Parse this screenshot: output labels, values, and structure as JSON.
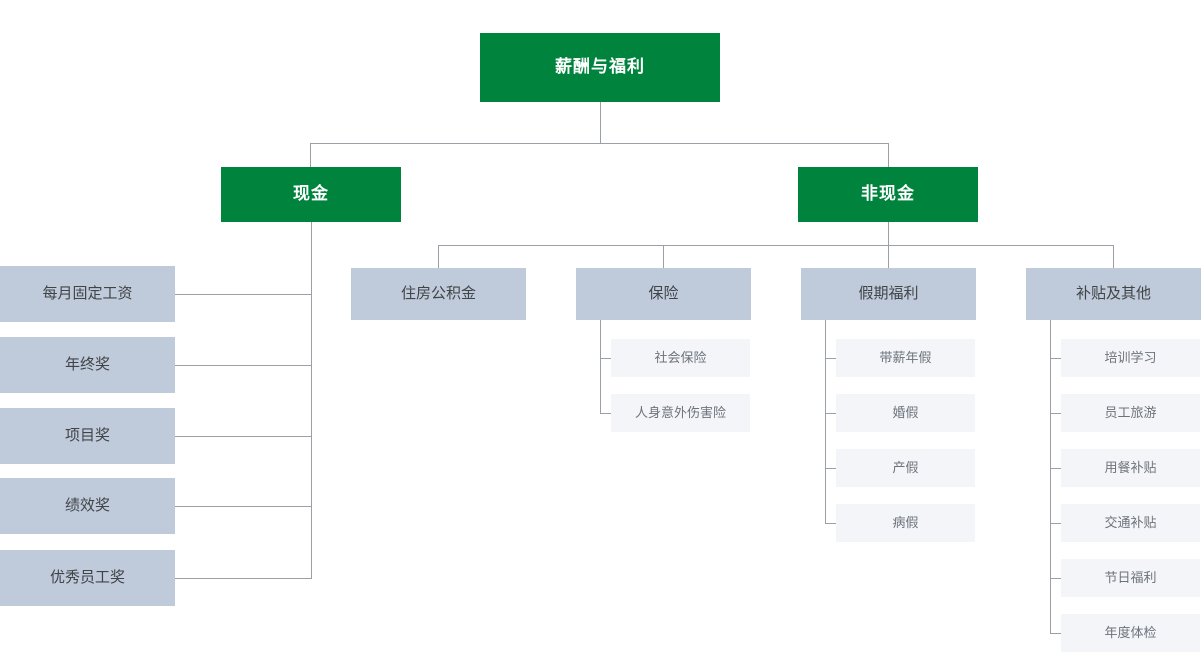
{
  "diagram": {
    "title": "薪酬与福利",
    "type": "organizational-tree",
    "colors": {
      "primary_green": "#00843D",
      "level2_fill": "#BFCADA",
      "level3_fill": "#F3F5F9",
      "connector": "#9AA0A6",
      "level2_text": "#404448",
      "level3_text": "#6E737B",
      "root_text": "#FFFFFF",
      "background": "#FFFFFF"
    },
    "root": {
      "label": "薪酬与福利"
    },
    "branches": [
      {
        "label": "现金",
        "children": [
          {
            "label": "每月固定工资"
          },
          {
            "label": "年终奖"
          },
          {
            "label": "项目奖"
          },
          {
            "label": "绩效奖"
          },
          {
            "label": "优秀员工奖"
          }
        ]
      },
      {
        "label": "非现金",
        "children": [
          {
            "label": "住房公积金",
            "children": []
          },
          {
            "label": "保险",
            "children": [
              {
                "label": "社会保险"
              },
              {
                "label": "人身意外伤害险"
              }
            ]
          },
          {
            "label": "假期福利",
            "children": [
              {
                "label": "带薪年假"
              },
              {
                "label": "婚假"
              },
              {
                "label": "产假"
              },
              {
                "label": "病假"
              }
            ]
          },
          {
            "label": "补贴及其他",
            "children": [
              {
                "label": "培训学习"
              },
              {
                "label": "员工旅游"
              },
              {
                "label": "用餐补贴"
              },
              {
                "label": "交通补贴"
              },
              {
                "label": "节日福利"
              },
              {
                "label": "年度体检"
              }
            ]
          }
        ]
      }
    ]
  }
}
